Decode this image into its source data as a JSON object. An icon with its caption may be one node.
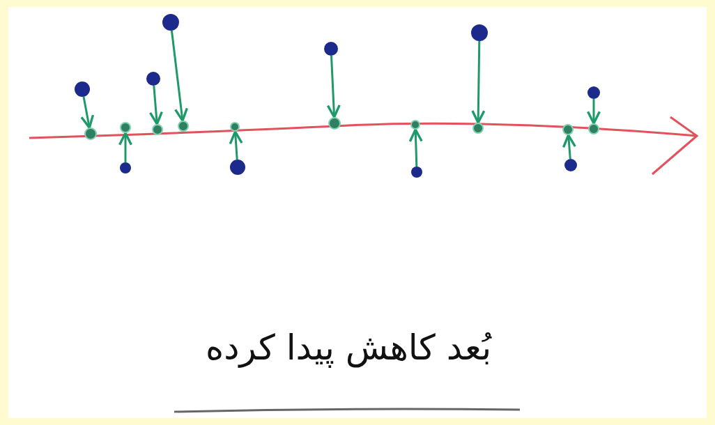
{
  "diagram": {
    "nodes": [
      {
        "text": [],
        "shape": "circle"
      },
      {
        "text": [],
        "shape": "circle"
      },
      {
        "text": [],
        "shape": "circle"
      },
      {
        "text": [],
        "shape": "circle"
      },
      {
        "text": [],
        "shape": "circle"
      },
      {
        "text": [],
        "shape": "circle"
      },
      {
        "text": [],
        "shape": "circle"
      },
      {
        "text": [],
        "shape": "circle"
      },
      {
        "text": [],
        "shape": "circle"
      },
      {
        "text": [],
        "shape": "circle"
      },
      {
        "text": [],
        "shape": "circle"
      },
      {
        "text": [],
        "shape": "circle"
      },
      {
        "text": [],
        "shape": "circle"
      },
      {
        "text": [],
        "shape": "circle"
      },
      {
        "text": [],
        "shape": "circle"
      },
      {
        "text": [],
        "shape": "circle"
      },
      {
        "text": [],
        "shape": "circle"
      },
      {
        "text": [],
        "shape": "circle"
      },
      {
        "text": [],
        "shape": "circle"
      },
      {
        "text": [],
        "shape": "circle"
      }
    ],
    "edges": [
      {
        "from": 0,
        "to": 10,
        "arrow": "to"
      },
      {
        "from": 1,
        "to": 11,
        "arrow": "to"
      },
      {
        "from": 2,
        "to": 12,
        "arrow": "to"
      },
      {
        "from": 3,
        "to": 13,
        "arrow": "to"
      },
      {
        "from": 4,
        "to": 14,
        "arrow": "to"
      },
      {
        "from": 5,
        "to": 15,
        "arrow": "to"
      },
      {
        "from": 6,
        "to": 16,
        "arrow": "to"
      },
      {
        "from": 7,
        "to": 17,
        "arrow": "to"
      },
      {
        "from": 8,
        "to": 18,
        "arrow": "to"
      },
      {
        "from": 9,
        "to": 19,
        "arrow": "to"
      }
    ],
    "labels": [
      "بُعد کاهش پیدا کرده"
    ]
  }
}
